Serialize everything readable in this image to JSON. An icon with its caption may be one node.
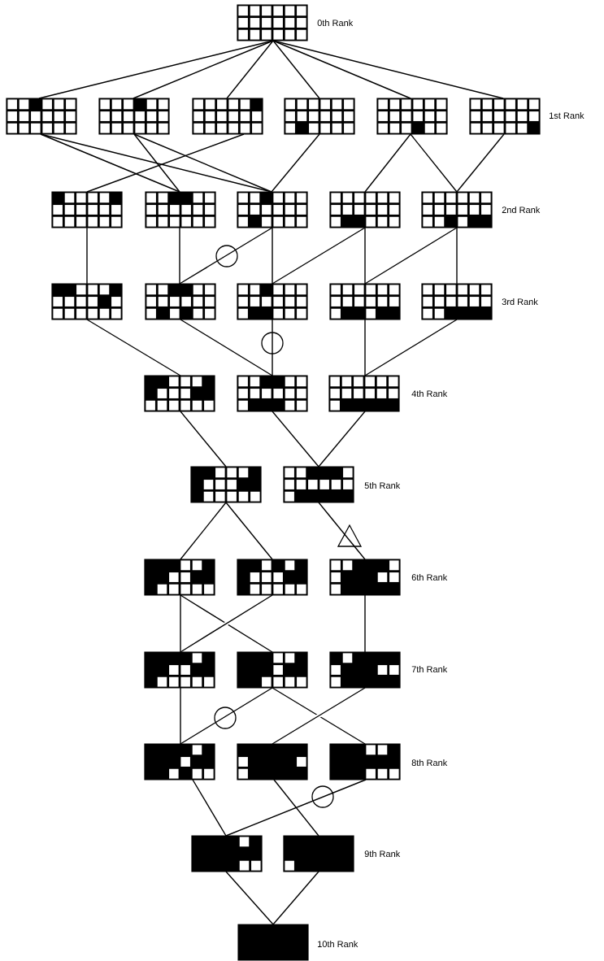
{
  "diagram": {
    "nodes": [
      {
        "text": [],
        "shape": "grid"
      },
      {
        "text": [],
        "shape": "grid"
      },
      {
        "text": [],
        "shape": "grid"
      },
      {
        "text": [],
        "shape": "grid"
      },
      {
        "text": [],
        "shape": "grid"
      },
      {
        "text": [],
        "shape": "grid"
      },
      {
        "text": [],
        "shape": "grid"
      },
      {
        "text": [],
        "shape": "grid"
      },
      {
        "text": [],
        "shape": "grid"
      },
      {
        "text": [],
        "shape": "grid"
      },
      {
        "text": [],
        "shape": "grid"
      },
      {
        "text": [],
        "shape": "grid"
      },
      {
        "text": [],
        "shape": "grid"
      },
      {
        "text": [],
        "shape": "grid"
      },
      {
        "text": [],
        "shape": "grid"
      },
      {
        "text": [],
        "shape": "grid"
      },
      {
        "text": [],
        "shape": "grid"
      },
      {
        "text": [],
        "shape": "grid"
      },
      {
        "text": [],
        "shape": "grid"
      },
      {
        "text": [],
        "shape": "grid"
      },
      {
        "text": [],
        "shape": "grid"
      },
      {
        "text": [],
        "shape": "grid"
      },
      {
        "text": [],
        "shape": "grid"
      },
      {
        "text": [],
        "shape": "grid"
      },
      {
        "text": [],
        "shape": "grid"
      },
      {
        "text": [],
        "shape": "grid"
      },
      {
        "text": [],
        "shape": "grid"
      },
      {
        "text": [],
        "shape": "grid"
      },
      {
        "text": [],
        "shape": "grid"
      },
      {
        "text": [],
        "shape": "grid"
      },
      {
        "text": [],
        "shape": "grid"
      },
      {
        "text": [],
        "shape": "grid"
      },
      {
        "text": [],
        "shape": "grid"
      },
      {
        "text": [],
        "shape": "grid"
      }
    ],
    "edges": [
      {
        "from": 0,
        "to": 1,
        "arrow": "none"
      },
      {
        "from": 0,
        "to": 2,
        "arrow": "none"
      },
      {
        "from": 0,
        "to": 3,
        "arrow": "none"
      },
      {
        "from": 0,
        "to": 4,
        "arrow": "none"
      },
      {
        "from": 0,
        "to": 5,
        "arrow": "none"
      },
      {
        "from": 0,
        "to": 6,
        "arrow": "none"
      },
      {
        "from": 1,
        "to": 8,
        "arrow": "none"
      },
      {
        "from": 1,
        "to": 9,
        "arrow": "none"
      },
      {
        "from": 2,
        "to": 8,
        "arrow": "none"
      },
      {
        "from": 2,
        "to": 9,
        "arrow": "none"
      },
      {
        "from": 3,
        "to": 7,
        "arrow": "none"
      },
      {
        "from": 4,
        "to": 9,
        "arrow": "none"
      },
      {
        "from": 5,
        "to": 10,
        "arrow": "none"
      },
      {
        "from": 5,
        "to": 11,
        "arrow": "none"
      },
      {
        "from": 6,
        "to": 11,
        "arrow": "none"
      },
      {
        "from": 7,
        "to": 12,
        "arrow": "none"
      },
      {
        "from": 8,
        "to": 13,
        "arrow": "none"
      },
      {
        "from": 9,
        "to": 14,
        "arrow": "none"
      },
      {
        "from": 10,
        "to": 15,
        "arrow": "none"
      },
      {
        "from": 11,
        "to": 16,
        "arrow": "none"
      },
      {
        "from": 9,
        "to": 13,
        "arrow": "none"
      },
      {
        "from": 10,
        "to": 14,
        "arrow": "none"
      },
      {
        "from": 11,
        "to": 15,
        "arrow": "none"
      },
      {
        "from": 12,
        "to": 17,
        "arrow": "none"
      },
      {
        "from": 13,
        "to": 18,
        "arrow": "none"
      },
      {
        "from": 14,
        "to": 18,
        "arrow": "none"
      },
      {
        "from": 15,
        "to": 19,
        "arrow": "none"
      },
      {
        "from": 16,
        "to": 19,
        "arrow": "none"
      },
      {
        "from": 17,
        "to": 20,
        "arrow": "none"
      },
      {
        "from": 18,
        "to": 21,
        "arrow": "none"
      },
      {
        "from": 19,
        "to": 21,
        "arrow": "none"
      },
      {
        "from": 20,
        "to": 22,
        "arrow": "none"
      },
      {
        "from": 20,
        "to": 23,
        "arrow": "none"
      },
      {
        "from": 21,
        "to": 24,
        "arrow": "none"
      },
      {
        "from": 22,
        "to": 25,
        "arrow": "none"
      },
      {
        "from": 22,
        "to": 26,
        "arrow": "none"
      },
      {
        "from": 23,
        "to": 25,
        "arrow": "none"
      },
      {
        "from": 24,
        "to": 27,
        "arrow": "none"
      },
      {
        "from": 25,
        "to": 28,
        "arrow": "none"
      },
      {
        "from": 26,
        "to": 28,
        "arrow": "none"
      },
      {
        "from": 26,
        "to": 30,
        "arrow": "none"
      },
      {
        "from": 27,
        "to": 29,
        "arrow": "none"
      },
      {
        "from": 28,
        "to": 31,
        "arrow": "none"
      },
      {
        "from": 29,
        "to": 32,
        "arrow": "none"
      },
      {
        "from": 30,
        "to": 31,
        "arrow": "none"
      },
      {
        "from": 31,
        "to": 33,
        "arrow": "none"
      },
      {
        "from": 32,
        "to": 33,
        "arrow": "none"
      }
    ],
    "labels": [
      "0th Rank",
      "1st Rank",
      "2nd Rank",
      "3rd Rank",
      "4th Rank",
      "5th Rank",
      "6th Rank",
      "7th Rank",
      "8th Rank",
      "9th Rank",
      "10th Rank"
    ]
  }
}
